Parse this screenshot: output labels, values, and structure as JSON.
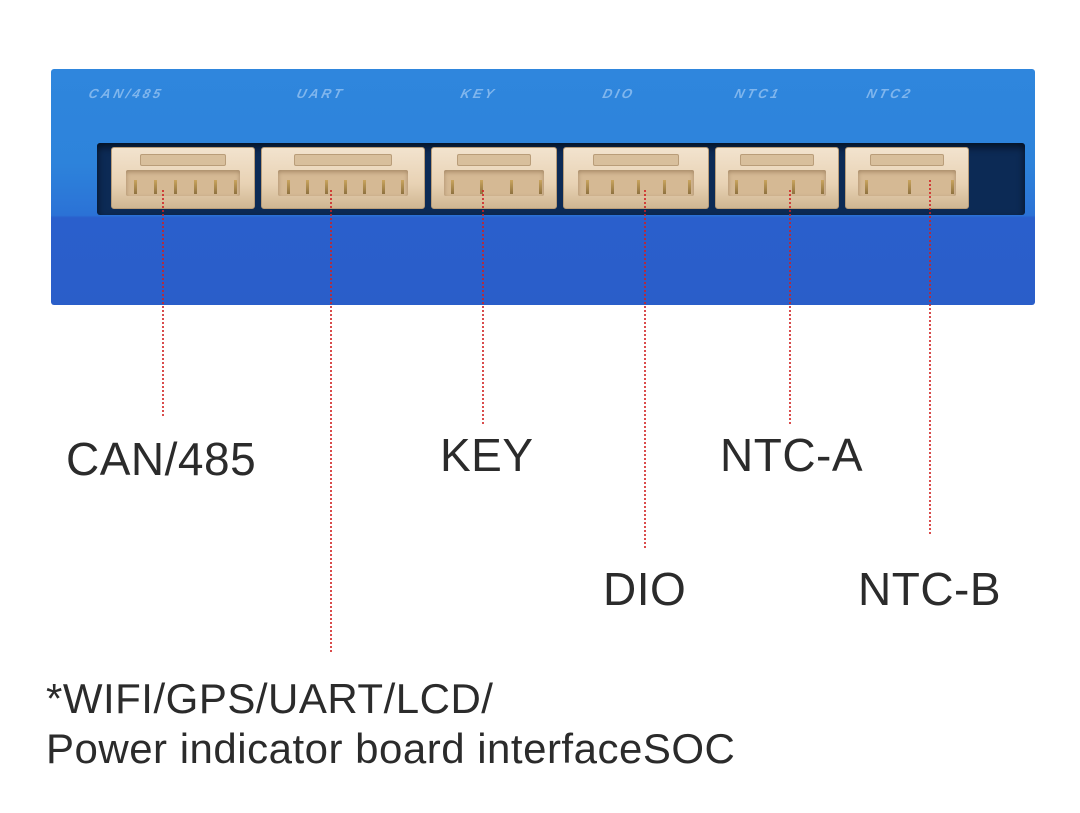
{
  "device": {
    "silkscreen": [
      "CAN/485",
      "UART",
      "KEY",
      "DIO",
      "NTC1",
      "NTC2"
    ]
  },
  "labels": {
    "can485": "CAN/485",
    "key": "KEY",
    "ntc_a": "NTC-A",
    "dio": "DIO",
    "ntc_b": "NTC-B",
    "uart_line1": "*WIFI/GPS/UART/LCD/",
    "uart_line2": "Power indicator board interfaceSOC"
  },
  "colors": {
    "enclosure": "#2d83db",
    "leader_line": "#d02020",
    "text": "#2b2b2b"
  }
}
